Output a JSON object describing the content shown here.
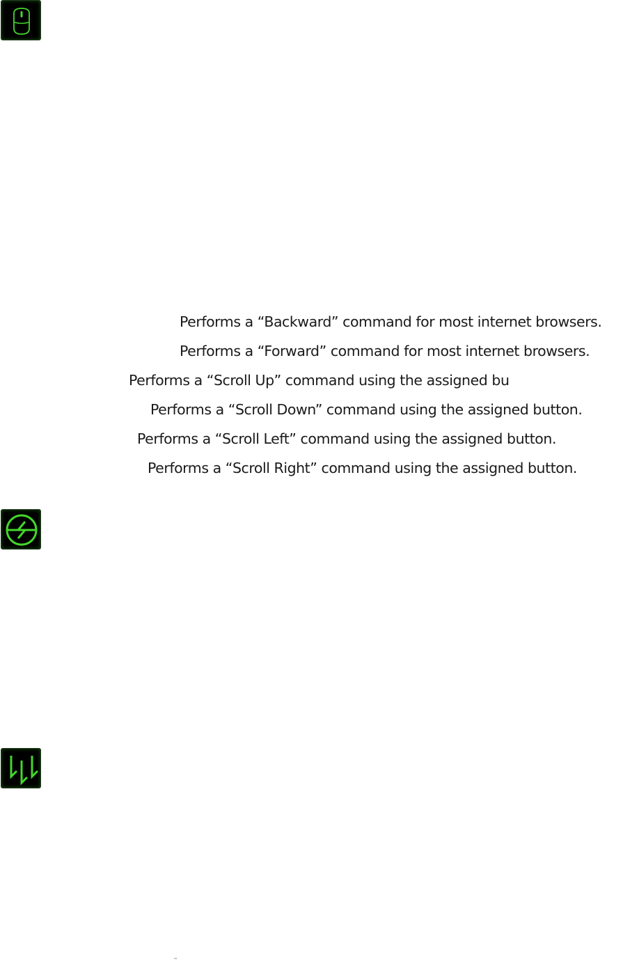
{
  "theme": {
    "icon_background": "#000000",
    "icon_accent": "#44d62c"
  },
  "icons": {
    "mouse": "mouse-icon",
    "inter_device": "inter-device-icon",
    "macro": "macro-icon"
  },
  "scroll_functions": [
    "Performs a “Backward” command for most internet browsers.",
    "Performs a “Forward” command for most internet browsers.",
    "Performs a “Scroll Up” command using the assigned bu",
    "Performs a “Scroll Down” command using the assigned button.",
    "Performs a “Scroll Left” command using the assigned button.",
    "Performs a “Scroll Right” command using the assigned button."
  ],
  "footer": {
    "trademark": "™"
  }
}
